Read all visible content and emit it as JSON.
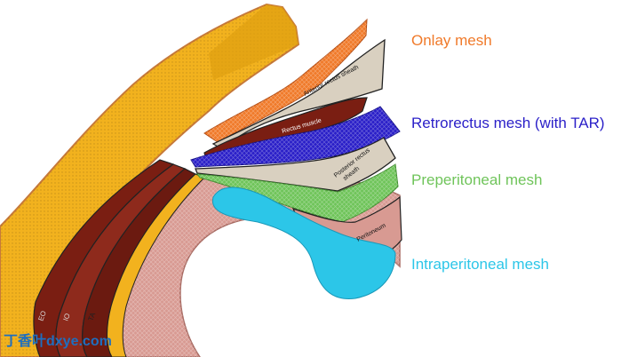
{
  "legend": {
    "onlay": "Onlay mesh",
    "retrorectus": "Retrorectus mesh (with TAR)",
    "preperitoneal": "Preperitoneal mesh",
    "intraperitoneal": "Intraperitoneal mesh"
  },
  "layers": {
    "anterior_sheath": "Anterior rectus sheath",
    "rectus_muscle": "Rectus muscle",
    "posterior_sheath_line1": "Posterior rectus",
    "posterior_sheath_line2": "sheath",
    "peritoneum": "Peritoneum"
  },
  "muscles": {
    "eo": "EO",
    "io": "IO",
    "ta": "TA"
  },
  "watermark": "丁香叶dxye.com",
  "colors": {
    "onlay": "#f07a2a",
    "retrorectus": "#2a1fc8",
    "preperitoneal": "#6fc45a",
    "intraperitoneal": "#2cc6e8",
    "fat": "#f2b21e",
    "muscle": "#7a1e12",
    "sheath": "#d9d0c0",
    "peritoneum": "#d89a92"
  }
}
